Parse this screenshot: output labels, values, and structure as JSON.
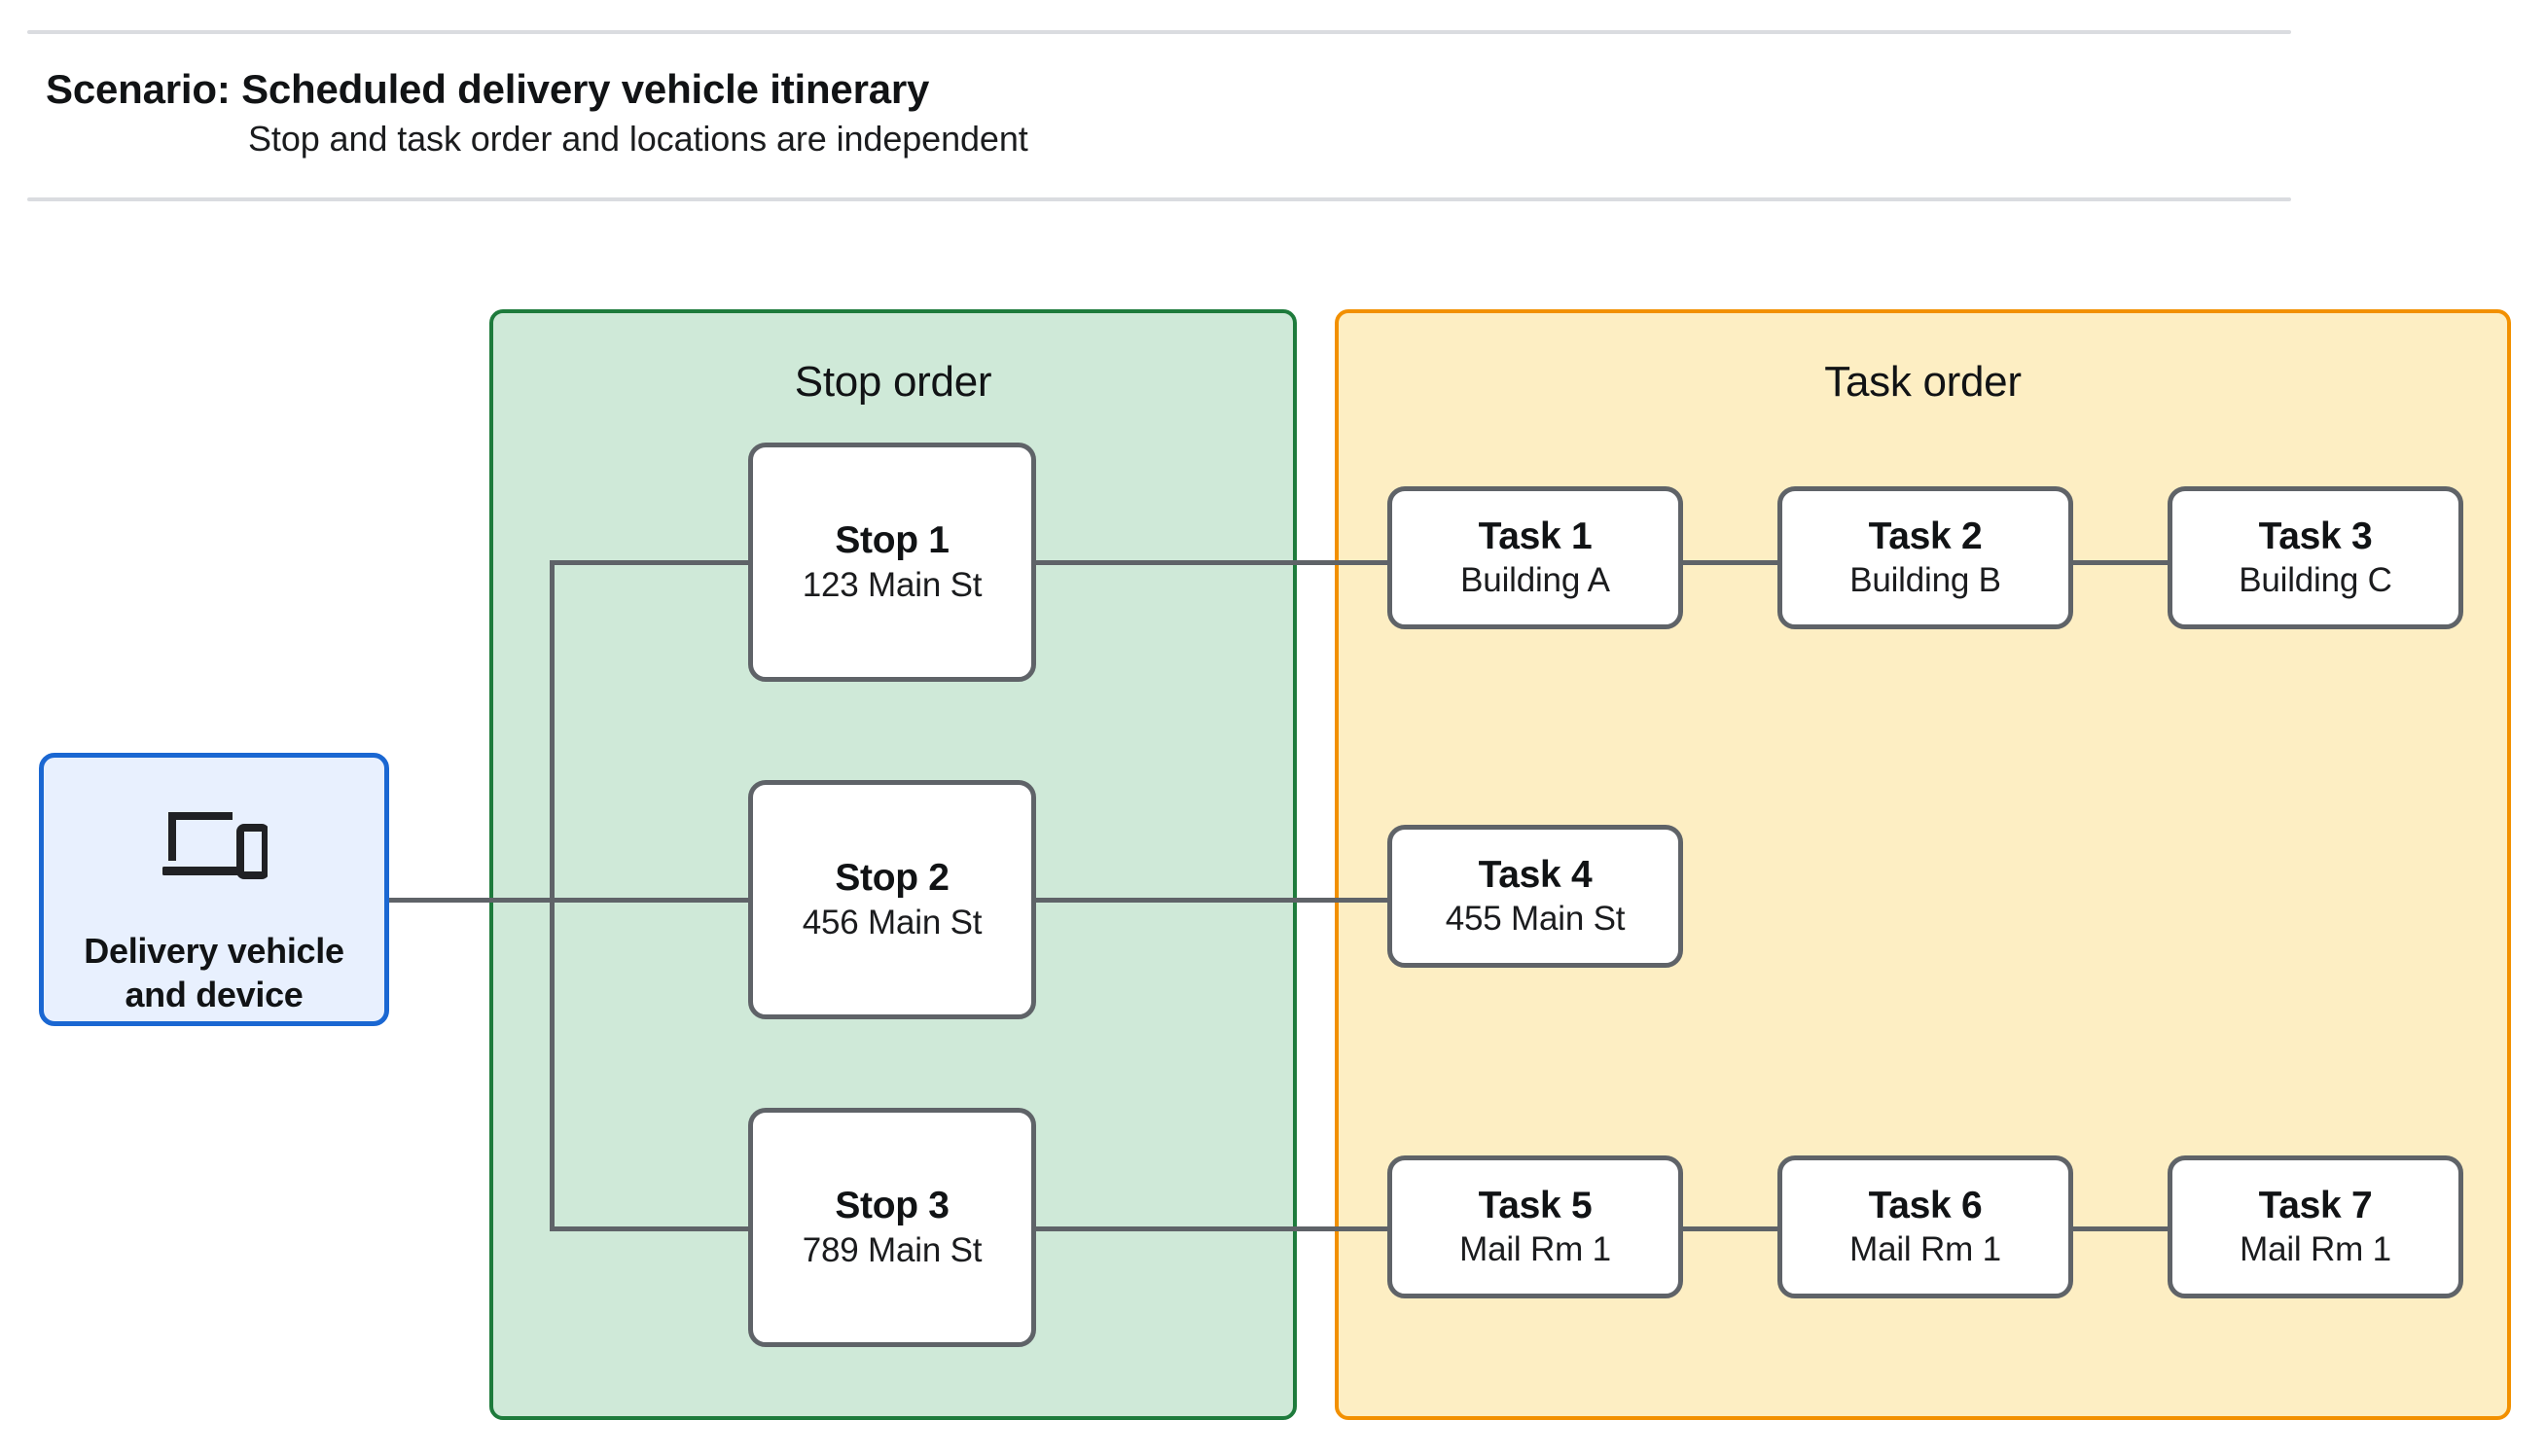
{
  "header": {
    "title": "Scenario: Scheduled delivery vehicle itinerary",
    "subtitle": "Stop and task order and locations are independent",
    "divider_color": "#dadce0"
  },
  "source_node": {
    "icon": "devices-icon",
    "label_line1": "Delivery vehicle",
    "label_line2": "and device",
    "border_color": "#1a67d2",
    "fill_color": "#e8f0fe"
  },
  "panels": [
    {
      "id": "stop-order",
      "title": "Stop order",
      "border_color": "#1e7b3c",
      "fill_color": "#cfe9d8",
      "nodes": [
        {
          "title": "Stop 1",
          "subtitle": "123 Main St"
        },
        {
          "title": "Stop 2",
          "subtitle": "456 Main St"
        },
        {
          "title": "Stop 3",
          "subtitle": "789 Main St"
        }
      ]
    },
    {
      "id": "task-order",
      "title": "Task order",
      "border_color": "#f29000",
      "fill_color": "#fdeec3",
      "rows": [
        {
          "nodes": [
            {
              "title": "Task 1",
              "subtitle": "Building A"
            },
            {
              "title": "Task 2",
              "subtitle": "Building B"
            },
            {
              "title": "Task 3",
              "subtitle": "Building C"
            }
          ]
        },
        {
          "nodes": [
            {
              "title": "Task 4",
              "subtitle": "455 Main St"
            }
          ]
        },
        {
          "nodes": [
            {
              "title": "Task 5",
              "subtitle": "Mail Rm 1"
            },
            {
              "title": "Task 6",
              "subtitle": "Mail Rm 1"
            },
            {
              "title": "Task 7",
              "subtitle": "Mail Rm 1"
            }
          ]
        }
      ]
    }
  ],
  "connector_color": "#5f6368",
  "node_border_color": "#5f6368",
  "node_fill_color": "#ffffff"
}
